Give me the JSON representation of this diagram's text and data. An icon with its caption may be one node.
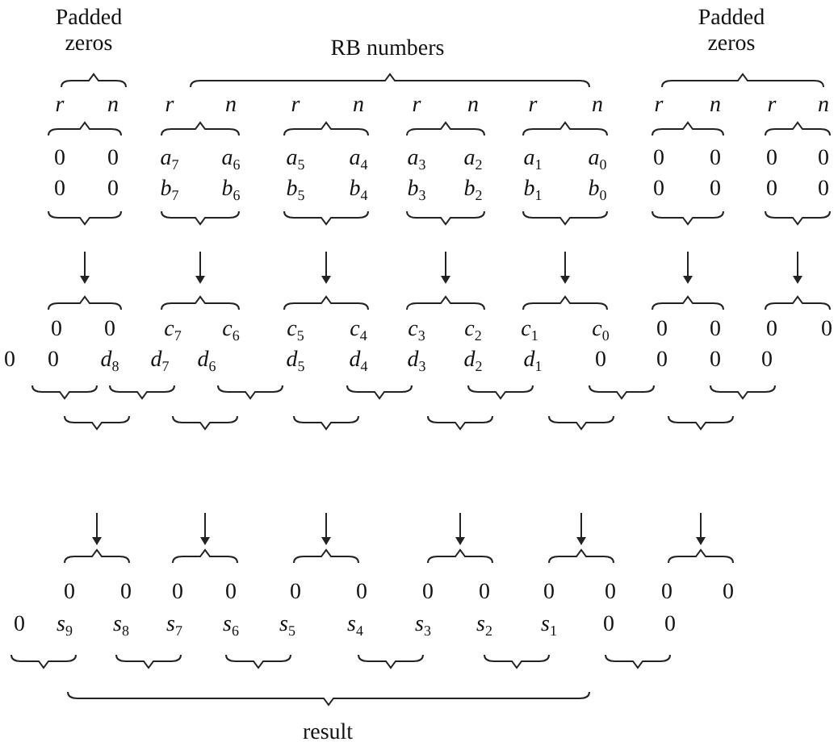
{
  "diagram": {
    "labels": [
      "Padded zeros",
      "RB numbers",
      "Padded zeros",
      "r",
      "n",
      "r",
      "n",
      "r",
      "n",
      "r",
      "n",
      "r",
      "n",
      "r",
      "n",
      "r",
      "n",
      "0",
      "0",
      "*a*$_{7}$",
      "*a*$_{6}$",
      "*a*$_{5}$",
      "*a*$_{4}$",
      "*a*$_{3}$",
      "*a*$_{2}$",
      "*a*$_{1}$",
      "*a*$_{0}$",
      "0",
      "0",
      "0",
      "0",
      "0",
      "0",
      "*b*$_{7}$",
      "*b*$_{6}$",
      "*b*$_{5}$",
      "*b*$_{4}$",
      "*b*$_{3}$",
      "*b*$_{2}$",
      "*b*$_{1}$",
      "*b*$_{0}$",
      "0",
      "0",
      "0",
      "0",
      "0",
      "0",
      "*c*$_{7}$",
      "*c*$_{6}$",
      "*c*$_{5}$",
      "*c*$_{4}$",
      "*c*$_{3}$",
      "*c*$_{2}$",
      "*c*$_{1}$",
      "*c*$_{0}$",
      "0",
      "0",
      "0",
      "0",
      "0",
      "0",
      "*d*$_{8}$",
      "*d*$_{7}$",
      "*d*$_{6}$",
      "*d*$_{5}$",
      "*d*$_{4}$",
      "*d*$_{3}$",
      "*d*$_{2}$",
      "*d*$_{1}$",
      "0",
      "0",
      "0",
      "0",
      "0",
      "0",
      "0",
      "0",
      "0",
      "0",
      "0",
      "0",
      "0",
      "0",
      "0",
      "0",
      "0",
      "*s*$_{9}$",
      "*s*$_{8}$",
      "*s*$_{7}$",
      "*s*$_{6}$",
      "*s*$_{5}$",
      "*s*$_{4}$",
      "*s*$_{3}$",
      "*s*$_{2}$",
      "*s*$_{1}$",
      "0",
      "0",
      "result"
    ]
  }
}
